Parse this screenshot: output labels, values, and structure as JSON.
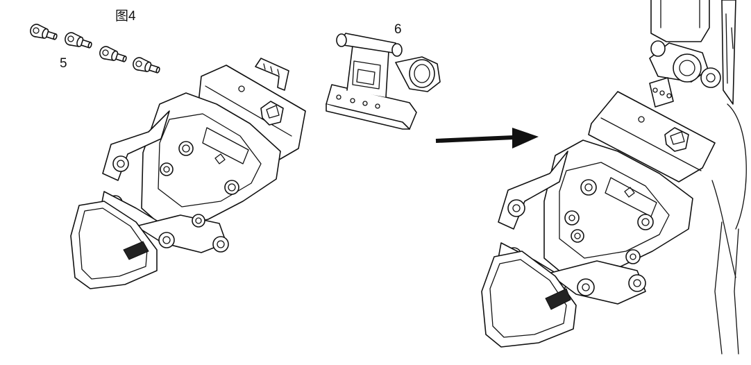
{
  "figure": {
    "title": "图4",
    "part_labels": {
      "screws": "5",
      "adapter": "6"
    }
  },
  "colors": {
    "line": "#111111",
    "background": "#ffffff"
  },
  "icons": {
    "arrow": "right-arrow"
  }
}
